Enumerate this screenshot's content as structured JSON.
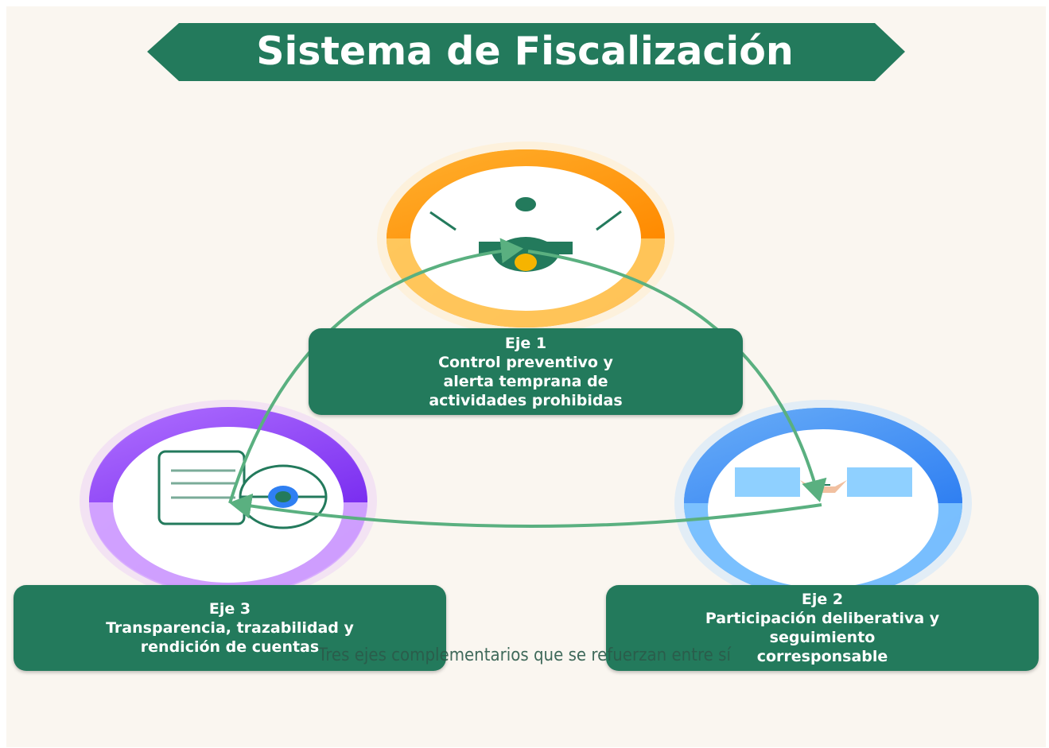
{
  "title": "Sistema de Fiscalización",
  "subtitle": "Tres ejes complementarios que se refuerzan entre sí",
  "axes": [
    {
      "id": "eje-1",
      "label": "Eje 1",
      "lines": [
        "Control preventivo y",
        "alerta temprana de",
        "actividades prohibidas"
      ],
      "icon": "alert-shield-icon",
      "ring_colors": [
        "#ff9a1f",
        "#ffd47a"
      ]
    },
    {
      "id": "eje-2",
      "label": "Eje 2",
      "lines": [
        "Participación deliberativa y",
        "seguimiento",
        "corresponsable"
      ],
      "icon": "collaboration-icon",
      "ring_colors": [
        "#3d8ef5",
        "#8fd0ff"
      ]
    },
    {
      "id": "eje-3",
      "label": "Eje 3",
      "lines": [
        "Transparencia, trazabilidad y",
        "rendición de cuentas"
      ],
      "icon": "document-eye-icon",
      "ring_colors": [
        "#8a3df0",
        "#d9b0ff"
      ]
    }
  ],
  "colors": {
    "primary_green": "#237a5c",
    "arrow_green": "#5ab080",
    "background": "#faf6f0"
  }
}
